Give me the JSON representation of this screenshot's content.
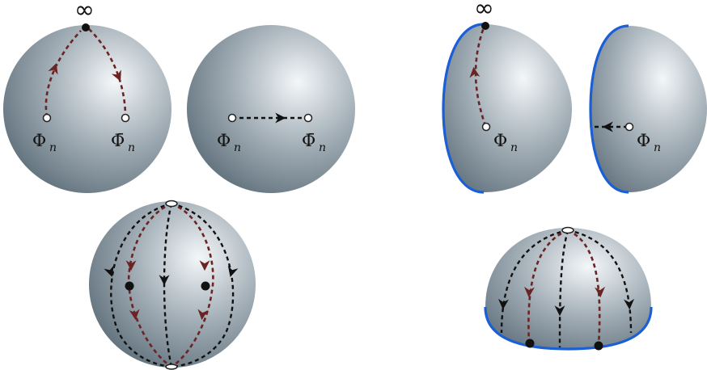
{
  "labels": {
    "infinity": "∞",
    "phi": "Φ",
    "phi_bar": "Φ̄",
    "subscript": "n"
  },
  "colors": {
    "sphere_light": "#f4f7f9",
    "sphere_mid": "#a9b4bc",
    "sphere_dark": "#5b6c77",
    "red_path": "#6b2424",
    "black_path": "#111111",
    "boundary_blue": "#1a5fd6"
  },
  "icons": {
    "arrow": "arrowhead-icon",
    "puncture": "puncture-point-icon",
    "marked_point": "marked-point-icon"
  }
}
